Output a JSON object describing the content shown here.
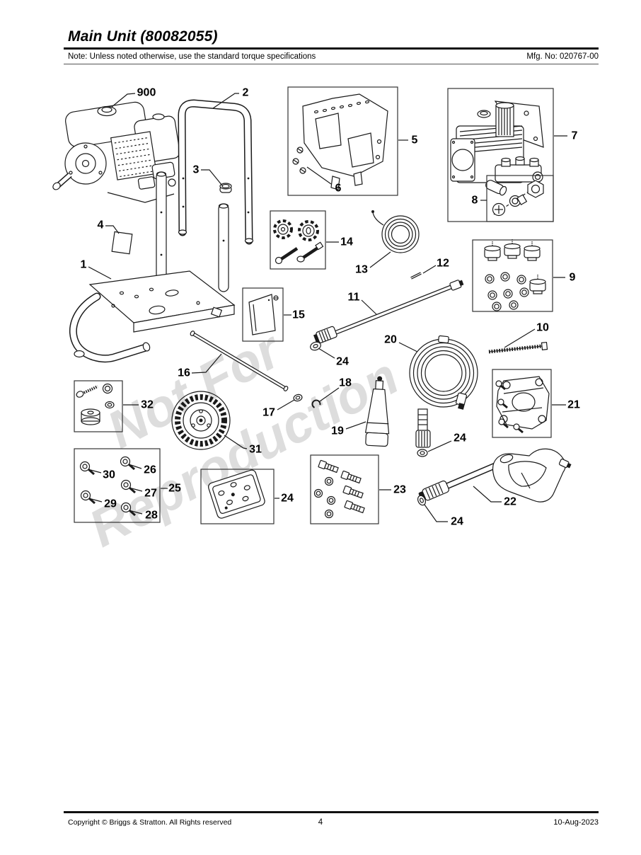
{
  "header": {
    "title": "Main Unit (80082055)",
    "note": "Note: Unless noted otherwise, use the standard torque specifications",
    "mfg_no": "Mfg. No: 020767-00"
  },
  "watermark": {
    "line1": "Not For",
    "line2": "Reproduction"
  },
  "footer": {
    "copyright": "Copyright © Briggs & Stratton. All Rights reserved",
    "page_number": "4",
    "date": "10-Aug-2023"
  },
  "colors": {
    "ink": "#1a1a1a",
    "text": "#000000",
    "watermark": "#c8c8c8"
  },
  "callouts": {
    "engine": "900",
    "handle": "2",
    "handle_cap": "3",
    "warning_label": "4",
    "frame": "1",
    "panel": "5",
    "panel_screws": "6",
    "pump": "7",
    "pump_kit": "8",
    "mount_kit": "9",
    "rod": "10",
    "lance": "11",
    "pin": "12",
    "hose_small": "13",
    "knob_kit": "14",
    "flap": "15",
    "axle": "16",
    "washer_17": "17",
    "clip_18": "18",
    "nozzle": "19",
    "hose": "20",
    "plate_kit": "21",
    "gun": "22",
    "bolt_kit": "23",
    "washer_24_lance": "24",
    "washer_24_hose": "24",
    "washer_24_plate": "24",
    "washer_24_gun": "24",
    "screw_kit": "25",
    "screw_26": "26",
    "screw_27": "27",
    "screw_28": "28",
    "screw_29": "29",
    "screw_30": "30",
    "wheel": "31",
    "hardware_kit": "32"
  }
}
